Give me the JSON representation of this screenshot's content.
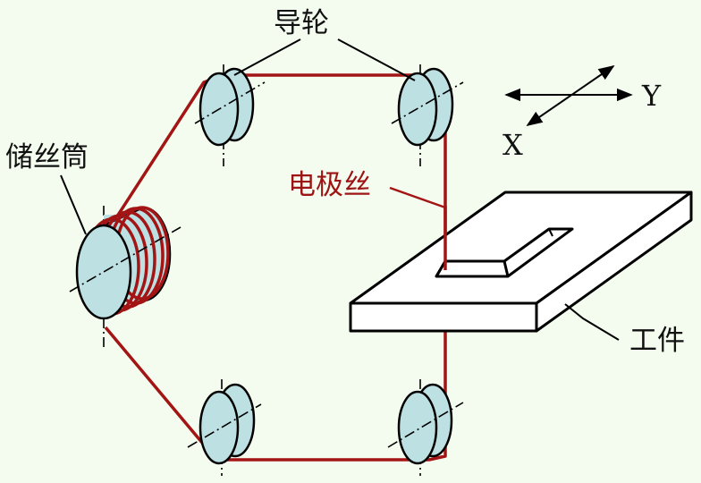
{
  "labels": {
    "guide_wheel": "导轮",
    "wire_drum": "储丝筒",
    "electrode_wire": "电极丝",
    "workpiece": "工件",
    "axis_x": "X",
    "axis_y": "Y"
  },
  "colors": {
    "background": "#f3fcee",
    "wheel_fill": "#bde0e3",
    "wire": "#a31515",
    "stroke": "#000000",
    "workpiece_fill": "#ffffff"
  }
}
